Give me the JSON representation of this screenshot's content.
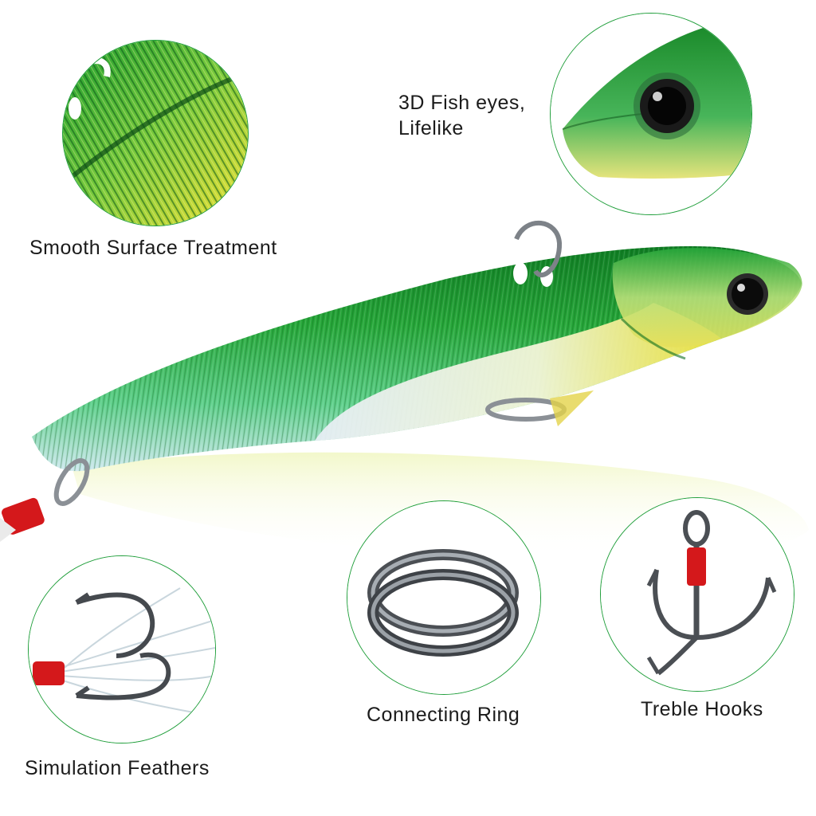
{
  "labels": {
    "smooth_surface": "Smooth Surface Treatment",
    "fish_eyes_line1": "3D Fish eyes,",
    "fish_eyes_line2": "Lifelike",
    "simulation_feathers": "Simulation Feathers",
    "connecting_ring": "Connecting Ring",
    "treble_hooks": "Treble Hooks"
  },
  "colors": {
    "circle_border": "#1f9e3a",
    "lure_green": "#1e9b2c",
    "lure_yellow": "#e9e24a",
    "lure_silver": "#dfe7ee",
    "thread_red": "#d4181b",
    "metal": "#5d6166"
  }
}
